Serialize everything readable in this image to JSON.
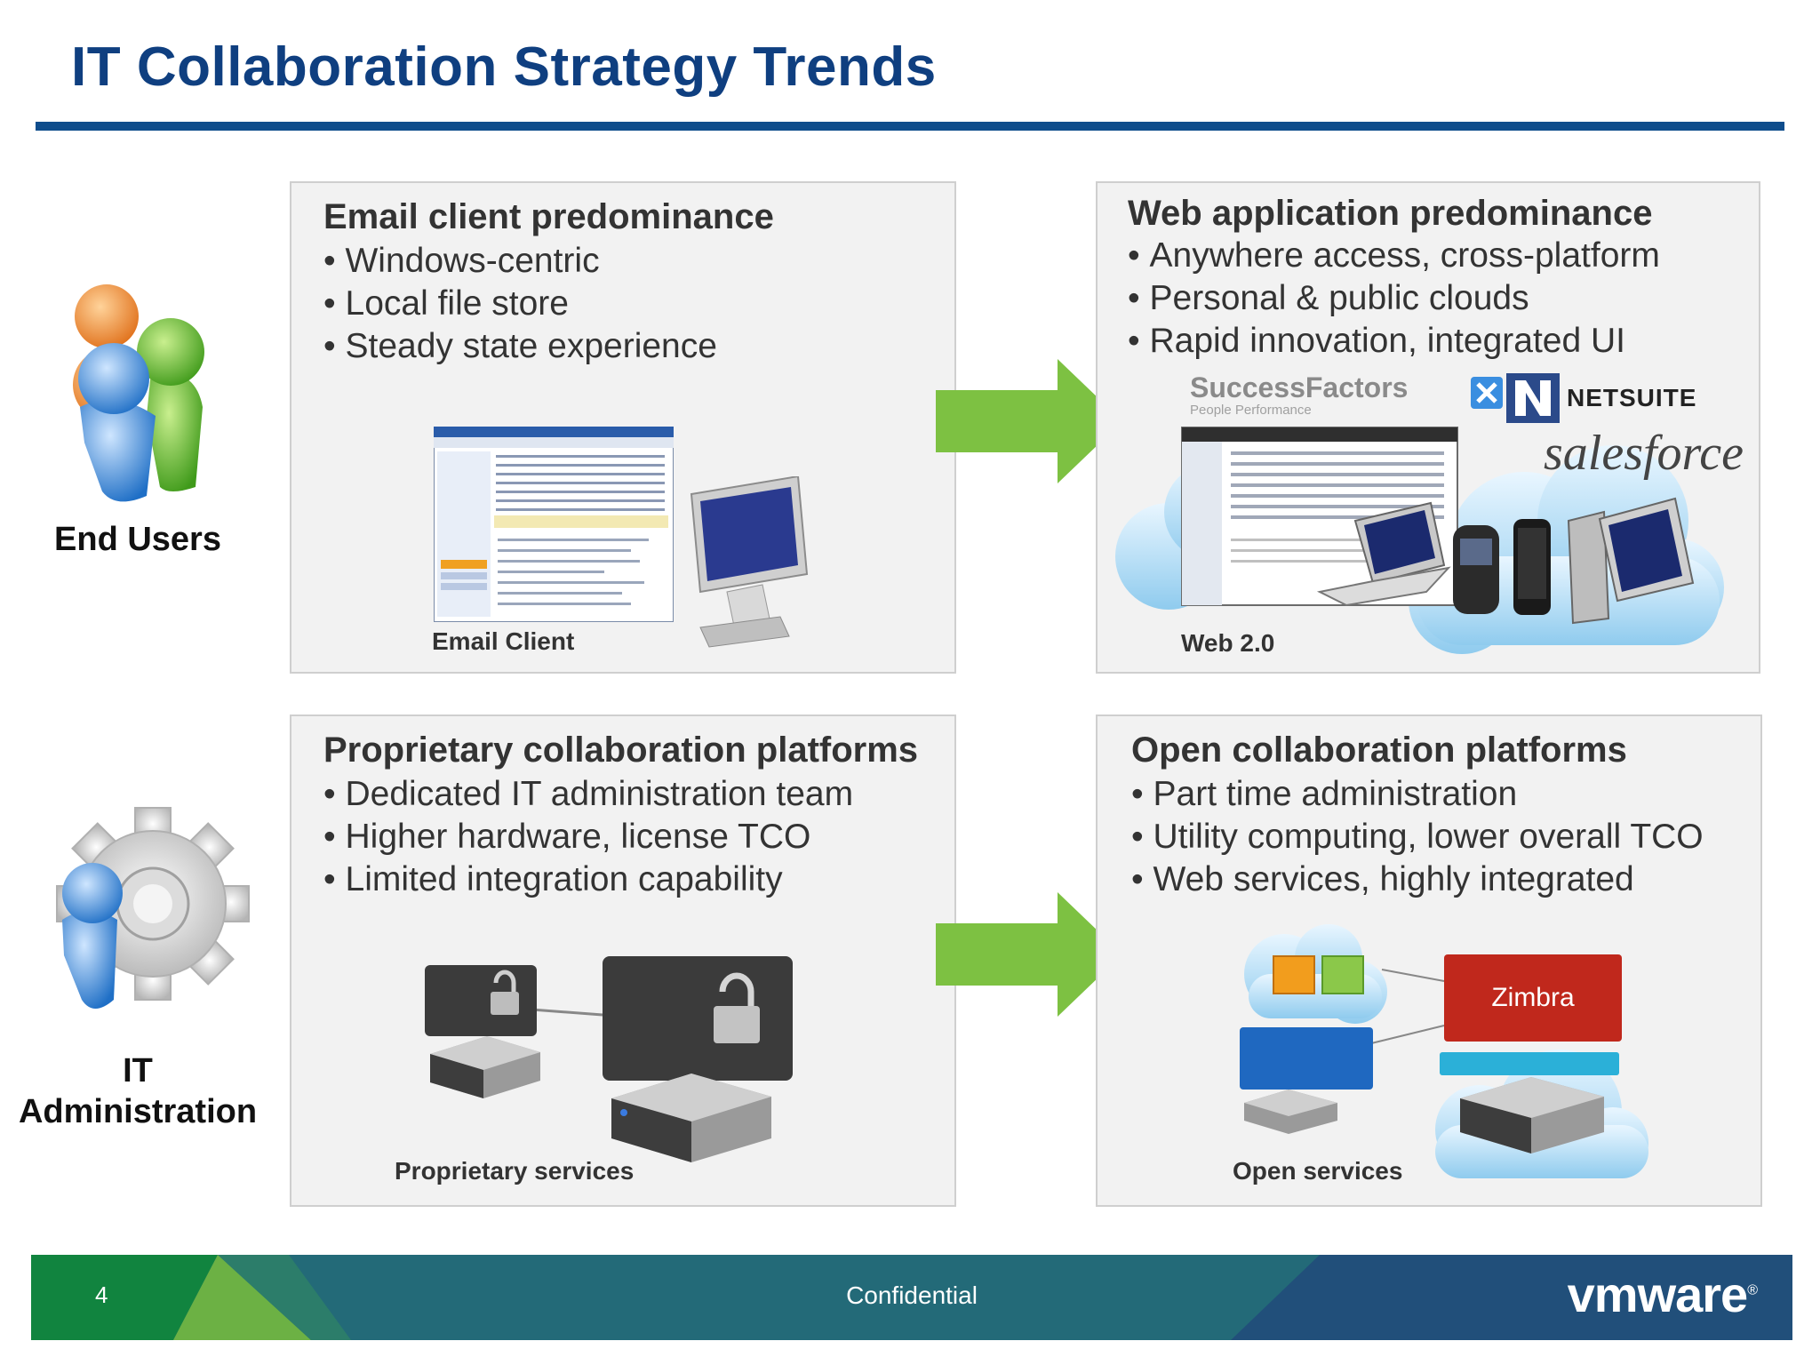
{
  "slide": {
    "title": "IT Collaboration Strategy Trends",
    "page_number": "4",
    "confidential": "Confidential",
    "logo": "vmware"
  },
  "roles": {
    "end_users": "End Users",
    "it_admin_line1": "IT",
    "it_admin_line2": "Administration"
  },
  "boxes": {
    "email": {
      "heading": "Email client predominance",
      "bullets": [
        "Windows-centric",
        "Local file store",
        "Steady state experience"
      ],
      "caption": "Email Client"
    },
    "web": {
      "heading": "Web application predominance",
      "bullets": [
        "Anywhere access, cross-platform",
        "Personal & public clouds",
        "Rapid innovation, integrated UI"
      ],
      "caption": "Web 2.0",
      "brands": {
        "successfactors": "SuccessFactors",
        "successfactors_tag": "People Performance",
        "netsuite": "NETSUITE",
        "salesforce": "salesforce"
      }
    },
    "proprietary": {
      "heading": "Proprietary collaboration platforms",
      "bullets": [
        "Dedicated IT administration team",
        "Higher hardware, license TCO",
        "Limited integration capability"
      ],
      "caption": "Proprietary services"
    },
    "open": {
      "heading": "Open collaboration platforms",
      "bullets": [
        "Part time administration",
        "Utility computing, lower overall TCO",
        "Web services, highly integrated"
      ],
      "caption": "Open services",
      "zimbra": "Zimbra"
    }
  },
  "colors": {
    "title": "#0f3f80",
    "rule": "#0f4d8c",
    "arrow": "#7dc142",
    "footer": "#236a78",
    "zimbra": "#c0281c"
  },
  "icons": [
    "users-icon",
    "admin-gear-icon",
    "right-arrow-icon",
    "monitor-icon",
    "cloud-icon",
    "server-icon",
    "lock-icon",
    "laptop-icon",
    "phone-icon"
  ]
}
